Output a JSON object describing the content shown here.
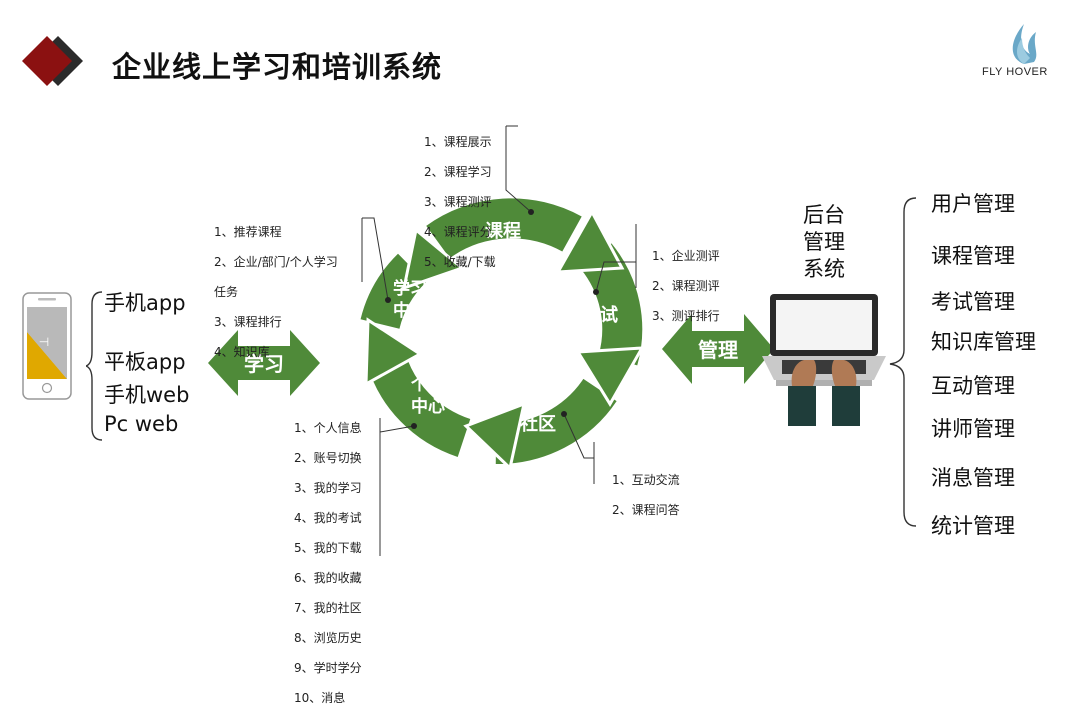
{
  "title": "企业线上学习和培训系统",
  "logo": {
    "text": "FLY HOVER",
    "icon": "flame-logo-icon"
  },
  "colors": {
    "green": "#4f8a39",
    "dark_red": "#8b1111",
    "dark_gray": "#2b2b2b",
    "phone_yellow": "#e0a800"
  },
  "cycle": {
    "course": "课程",
    "exam": "考试",
    "community": "社区",
    "personal": "个人中心",
    "learning_center": "学习中心"
  },
  "arrows": {
    "learn": "学习",
    "manage": "管理"
  },
  "devices": [
    "手机app",
    "平板app",
    "手机web",
    "Pc web"
  ],
  "course_list": [
    "1、课程展示",
    "2、课程学习",
    "3、课程测评",
    "4、课程评分",
    "5、收藏/下载"
  ],
  "learning_center_list": [
    "1、推荐课程",
    "2、企业/部门/个人学习",
    "任务",
    "3、课程排行",
    "4、知识库"
  ],
  "exam_list": [
    "1、企业测评",
    "2、课程测评",
    "3、测评排行"
  ],
  "community_list": [
    "1、互动交流",
    "2、课程问答"
  ],
  "personal_list": [
    "1、个人信息",
    "2、账号切换",
    "3、我的学习",
    "4、我的考试",
    "5、我的下载",
    "6、我的收藏",
    "7、我的社区",
    "8、浏览历史",
    "9、学时学分",
    "10、消息"
  ],
  "backend": {
    "line1": "后台",
    "line2": "管理",
    "line3": "系统"
  },
  "management": [
    "用户管理",
    "课程管理",
    "考试管理",
    "知识库管理",
    "互动管理",
    "讲师管理",
    "消息管理",
    "统计管理"
  ]
}
